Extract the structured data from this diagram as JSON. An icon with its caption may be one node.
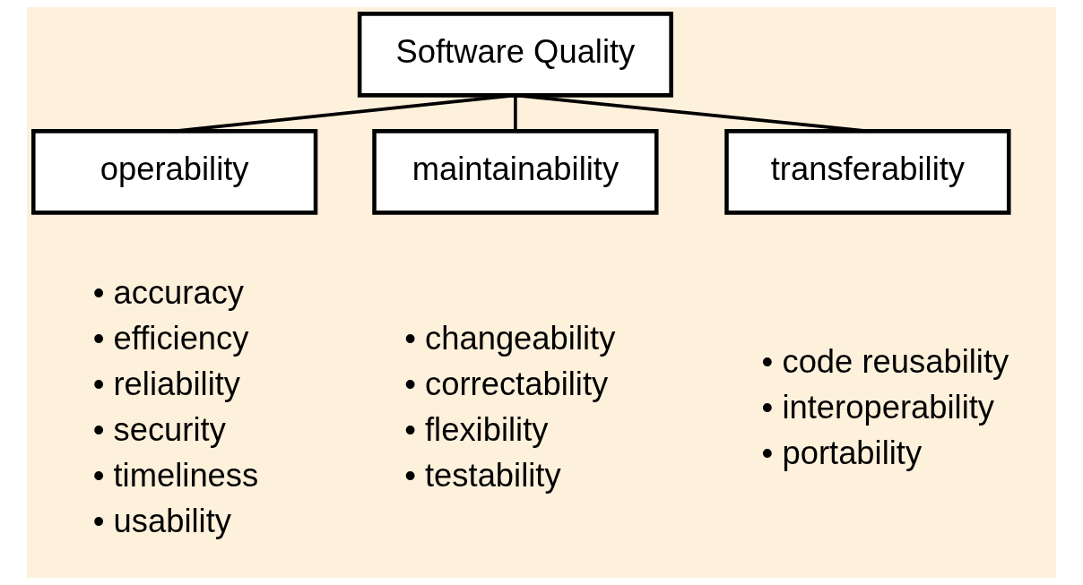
{
  "diagram": {
    "nodes": [
      {
        "text": [
          "Software Quality"
        ]
      },
      {
        "text": [
          "operability"
        ],
        "beside": [
          "• accuracy",
          "• efficiency",
          "• reliability",
          "• security",
          "• timeliness",
          "• usability"
        ]
      },
      {
        "text": [
          "maintainability"
        ],
        "beside": [
          "• changeability",
          "• correctability",
          "• flexibility",
          "• testability"
        ]
      },
      {
        "text": [
          "transferability"
        ],
        "beside": [
          "• code reusability",
          "• interoperability",
          "• portability"
        ]
      }
    ],
    "edges": [
      {
        "from": 0,
        "to": 1,
        "arrow": "none"
      },
      {
        "from": 0,
        "to": 2,
        "arrow": "none"
      },
      {
        "from": 0,
        "to": 3,
        "arrow": "none"
      }
    ]
  }
}
